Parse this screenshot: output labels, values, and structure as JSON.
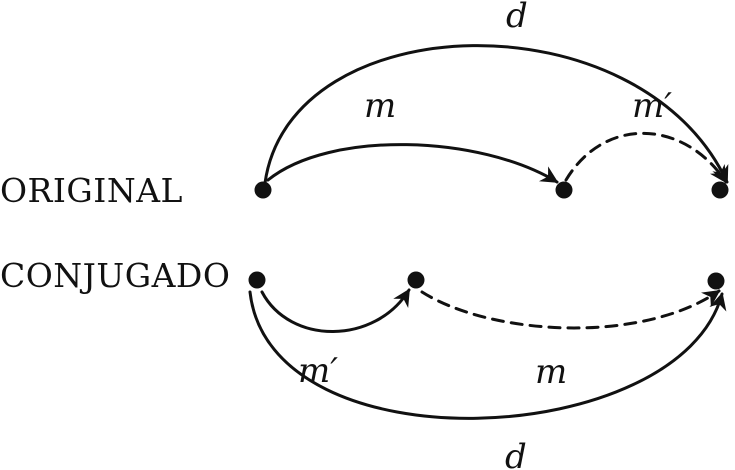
{
  "rows": {
    "original": {
      "label": "ORIGINAL"
    },
    "conjugado": {
      "label": "CONJUGADO"
    }
  },
  "arcs": {
    "original_d": "d",
    "original_m": "m",
    "original_m_prime": "m′",
    "conjugado_m_prime": "m′",
    "conjugado_m": "m",
    "conjugado_d": "d"
  }
}
